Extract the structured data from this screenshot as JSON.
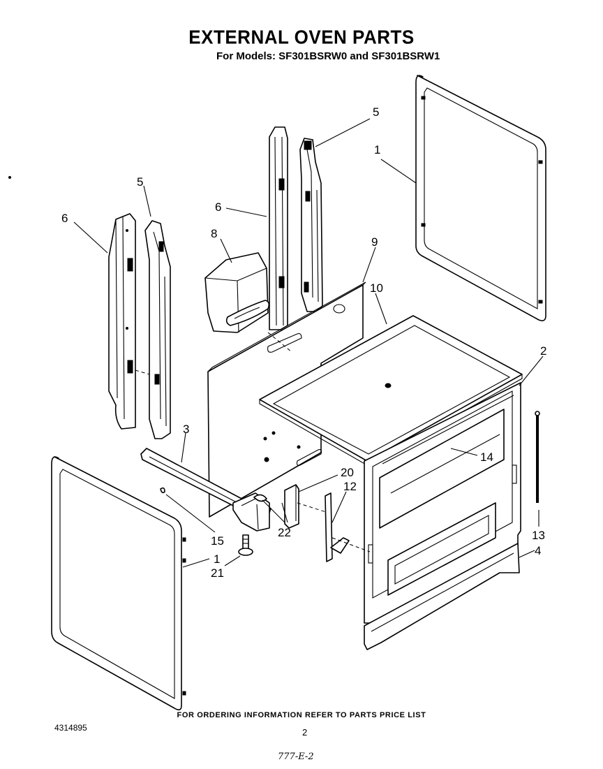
{
  "header": {
    "title": "EXTERNAL OVEN PARTS",
    "subtitle": "For Models: SF301BSRW0 and SF301BSRW1"
  },
  "diagram": {
    "callouts": [
      "1",
      "1",
      "2",
      "3",
      "4",
      "5",
      "5",
      "6",
      "6",
      "8",
      "9",
      "10",
      "12",
      "13",
      "14",
      "15",
      "20",
      "21",
      "22"
    ]
  },
  "footer": {
    "ordering_info": "FOR ORDERING INFORMATION REFER TO PARTS PRICE LIST",
    "doc_number": "4314895",
    "page_number": "2",
    "handwritten_code": "777-E-2"
  }
}
